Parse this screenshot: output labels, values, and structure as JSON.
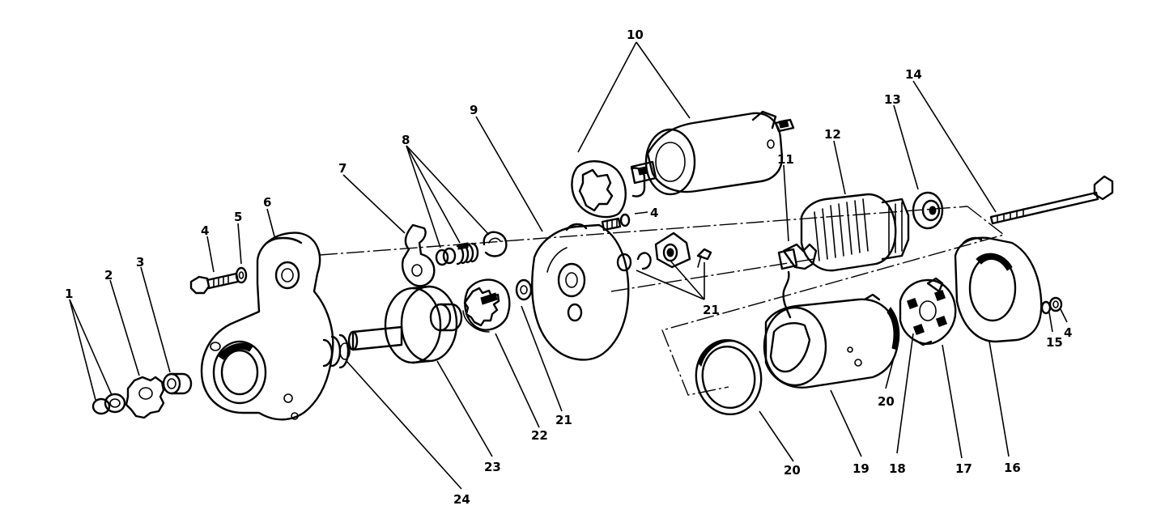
{
  "diagram": {
    "callouts": [
      {
        "id": "c1",
        "text": "1"
      },
      {
        "id": "c2",
        "text": "2"
      },
      {
        "id": "c3",
        "text": "3"
      },
      {
        "id": "c4a",
        "text": "4"
      },
      {
        "id": "c5",
        "text": "5"
      },
      {
        "id": "c6",
        "text": "6"
      },
      {
        "id": "c7",
        "text": "7"
      },
      {
        "id": "c8",
        "text": "8"
      },
      {
        "id": "c9",
        "text": "9"
      },
      {
        "id": "c10",
        "text": "10"
      },
      {
        "id": "c4b",
        "text": "4"
      },
      {
        "id": "c11",
        "text": "11"
      },
      {
        "id": "c12",
        "text": "12"
      },
      {
        "id": "c13",
        "text": "13"
      },
      {
        "id": "c14",
        "text": "14"
      },
      {
        "id": "c21a",
        "text": "21"
      },
      {
        "id": "c15",
        "text": "15"
      },
      {
        "id": "c4c",
        "text": "4"
      },
      {
        "id": "c16",
        "text": "16"
      },
      {
        "id": "c17",
        "text": "17"
      },
      {
        "id": "c18",
        "text": "18"
      },
      {
        "id": "c19",
        "text": "19"
      },
      {
        "id": "c20a",
        "text": "20"
      },
      {
        "id": "c20b",
        "text": "20"
      },
      {
        "id": "c21b",
        "text": "21"
      },
      {
        "id": "c22",
        "text": "22"
      },
      {
        "id": "c23",
        "text": "23"
      },
      {
        "id": "c24",
        "text": "24"
      }
    ]
  }
}
